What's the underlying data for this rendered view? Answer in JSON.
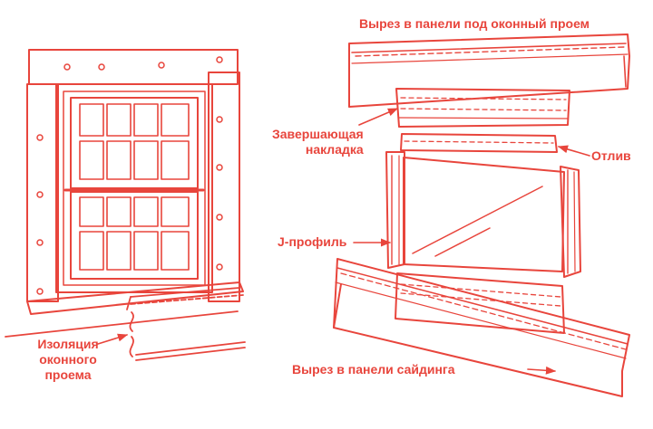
{
  "colors": {
    "line": "#e8453c",
    "background": "#ffffff"
  },
  "labels": {
    "window_cutout": "Вырез в панели под оконный проем",
    "finishing_strip": [
      "Завершающая",
      "накладка"
    ],
    "drip_cap": "Отлив",
    "j_channel": "J-профиль",
    "insulation": [
      "Изоляция",
      "оконного",
      "проема"
    ],
    "siding_cutout": "Вырез в панели сайдинга"
  }
}
